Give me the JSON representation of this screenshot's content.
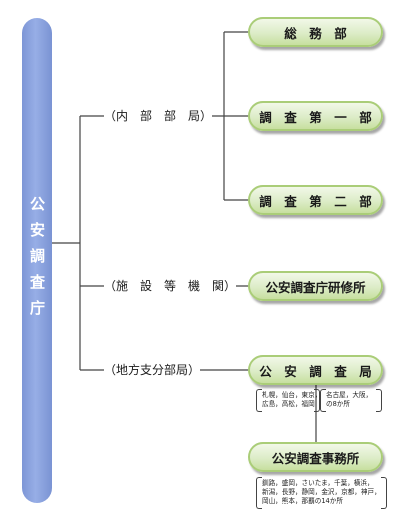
{
  "root": {
    "label": "公安調査庁"
  },
  "categories": {
    "internal": "（内　部　部　局）",
    "facility": "（施　設　等　機　関）",
    "regional": "（地方支分部局）"
  },
  "nodes": {
    "general_affairs": "総　務　部",
    "investigation_1": "調　査　第　一　部",
    "investigation_2": "調　査　第　二　部",
    "training_institute": "公安調査庁研修所",
    "bureau": "公　安　調　査　局",
    "office": "公安調査事務所"
  },
  "notes": {
    "bureau_left": [
      "札幌，仙台，東京，",
      "広島，高松，福岡"
    ],
    "bureau_right": [
      "名古屋，大阪，",
      "の8か所"
    ],
    "office": [
      "釧路，盛岡，さいたま，千葉，横浜，",
      "新潟，長野，静岡，金沢，京都，神戸，",
      "岡山，熊本，那覇の14か所"
    ]
  },
  "colors": {
    "root": "#8aa3de",
    "node_fill": "#dcecc7",
    "node_border": "#aacd78",
    "line": "#444444"
  }
}
